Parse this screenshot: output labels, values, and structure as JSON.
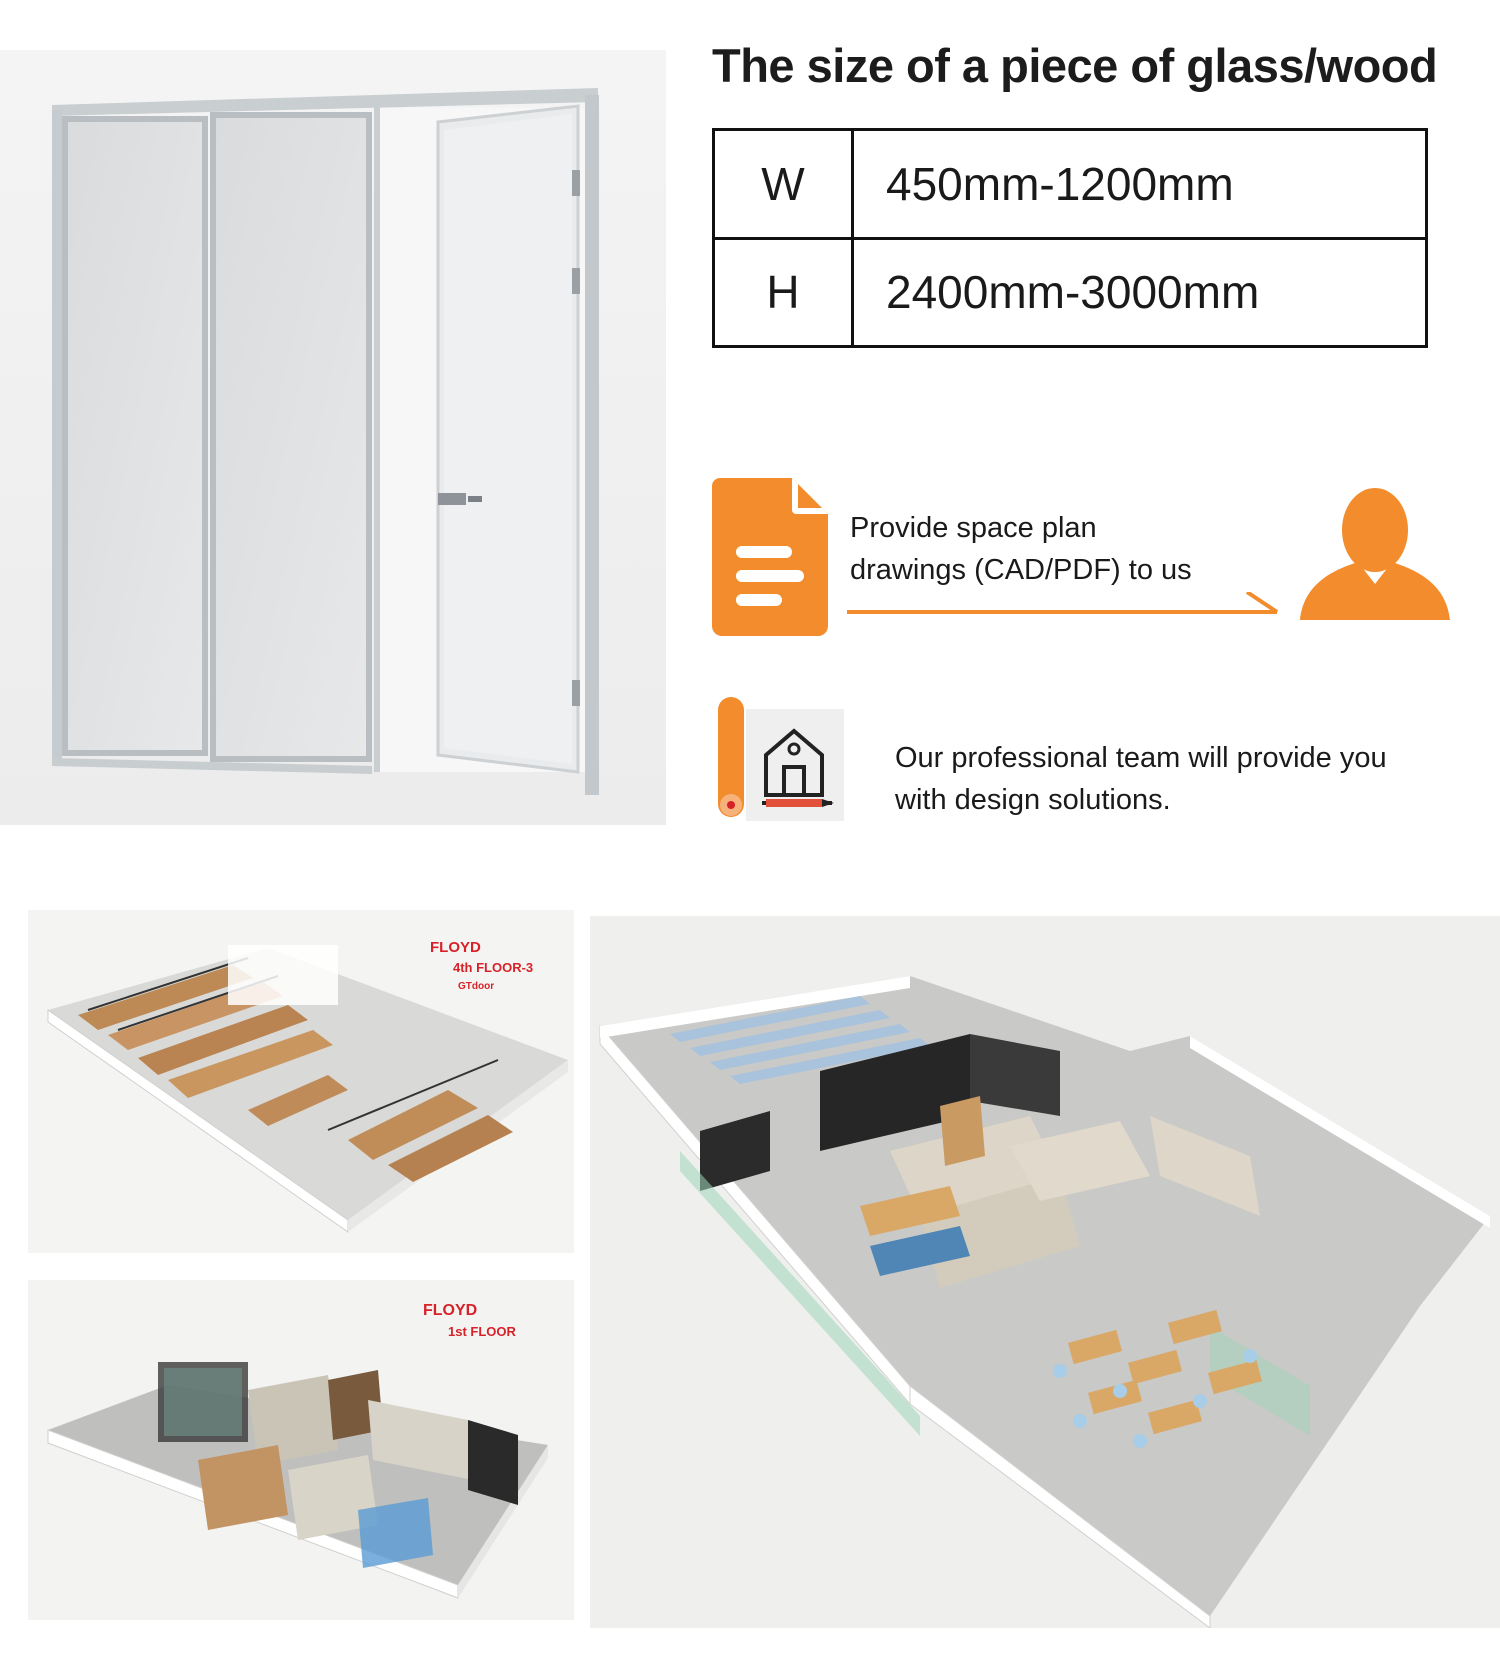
{
  "size_spec": {
    "title": "The size of a piece of glass/wood",
    "rows": [
      {
        "dimension": "W",
        "range": "450mm-1200mm"
      },
      {
        "dimension": "H",
        "range": "2400mm-3000mm"
      }
    ]
  },
  "steps": [
    {
      "icon": "document-icon",
      "lines": [
        "Provide space plan",
        "drawings (CAD/PDF) to us"
      ],
      "target_icon": "person-icon"
    },
    {
      "icon": "blueprint-house-icon",
      "lines": [
        "Our professional team will provide you",
        "with design solutions."
      ]
    }
  ],
  "renderings": {
    "fourth_floor": {
      "label_lines": [
        "FLOYD",
        "4th FLOOR-3",
        "GTdoor"
      ]
    },
    "first_floor": {
      "label_lines": [
        "FLOYD",
        "1st FLOOR"
      ]
    }
  },
  "colors": {
    "accent": "#f28c2c",
    "label_red": "#d8222a"
  }
}
